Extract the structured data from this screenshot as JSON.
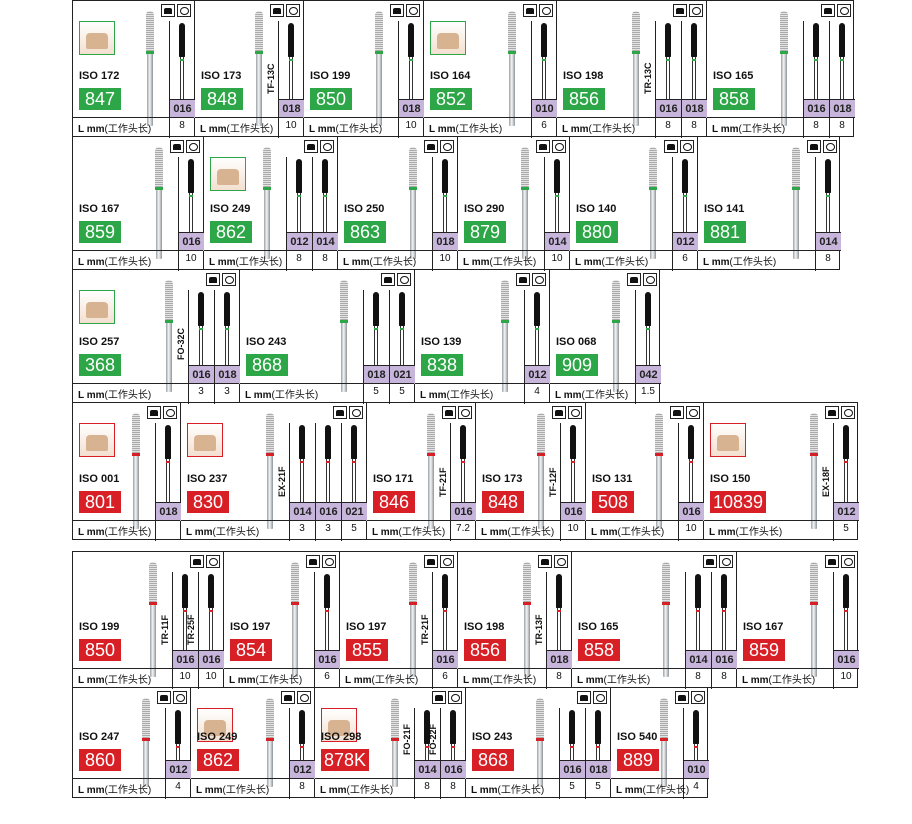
{
  "common": {
    "lmm": "L mm",
    "lmm_cn": "(工作头长)"
  },
  "colors": {
    "green": "#2ca646",
    "red": "#d81f26",
    "size_bg": "#c7b5db"
  },
  "rows": [
    {
      "cells": [
        {
          "iso": "ISO 172",
          "code": "847",
          "color": "green",
          "thumb": true,
          "sizes": [
            "016"
          ],
          "lengths": [
            "8"
          ]
        },
        {
          "iso": "ISO 173",
          "code": "848",
          "color": "green",
          "sizes": [
            "018"
          ],
          "lengths": [
            "10"
          ],
          "label": "TF-13C"
        },
        {
          "iso": "ISO 199",
          "code": "850",
          "color": "green",
          "sizes": [
            "018"
          ],
          "lengths": [
            "10"
          ]
        },
        {
          "iso": "ISO 164",
          "code": "852",
          "color": "green",
          "thumb": true,
          "sizes": [
            "010"
          ],
          "lengths": [
            "6"
          ]
        },
        {
          "iso": "ISO 198",
          "code": "856",
          "color": "green",
          "sizes": [
            "016",
            "018"
          ],
          "lengths": [
            "8",
            "8"
          ],
          "label": "TR-13C"
        },
        {
          "iso": "ISO 165",
          "code": "858",
          "color": "green",
          "sizes": [
            "016",
            "018"
          ],
          "lengths": [
            "8",
            "8"
          ]
        }
      ]
    },
    {
      "cells": [
        {
          "iso": "ISO 167",
          "code": "859",
          "color": "green",
          "sizes": [
            "016"
          ],
          "lengths": [
            "10"
          ]
        },
        {
          "iso": "ISO 249",
          "code": "862",
          "color": "green",
          "thumb": true,
          "sizes": [
            "012",
            "014"
          ],
          "lengths": [
            "8",
            "8"
          ]
        },
        {
          "iso": "ISO 250",
          "code": "863",
          "color": "green",
          "sizes": [
            "018"
          ],
          "lengths": [
            "10"
          ]
        },
        {
          "iso": "ISO 290",
          "code": "879",
          "color": "green",
          "sizes": [
            "014"
          ],
          "lengths": [
            "10"
          ]
        },
        {
          "iso": "ISO 140",
          "code": "880",
          "color": "green",
          "sizes": [
            "012"
          ],
          "lengths": [
            "6"
          ]
        },
        {
          "iso": "ISO 141",
          "code": "881",
          "color": "green",
          "sizes": [
            "014"
          ],
          "lengths": [
            "8"
          ]
        }
      ]
    },
    {
      "cells": [
        {
          "iso": "ISO 257",
          "code": "368",
          "color": "green",
          "thumb": true,
          "sizes": [
            "016",
            "018"
          ],
          "lengths": [
            "3",
            "3"
          ],
          "label": "FO-32C"
        },
        {
          "iso": "ISO 243",
          "code": "868",
          "color": "green",
          "sizes": [
            "018",
            "021"
          ],
          "lengths": [
            "5",
            "5"
          ]
        },
        {
          "iso": "ISO 139",
          "code": "838",
          "color": "green",
          "sizes": [
            "012"
          ],
          "lengths": [
            "4"
          ]
        },
        {
          "iso": "ISO 068",
          "code": "909",
          "color": "green",
          "sizes": [
            "042"
          ],
          "lengths": [
            "1.5"
          ]
        }
      ]
    },
    {
      "cells": [
        {
          "iso": "ISO 001",
          "code": "801",
          "color": "red",
          "thumb": true,
          "sizes": [
            "018"
          ],
          "lengths": []
        },
        {
          "iso": "ISO 237",
          "code": "830",
          "color": "red",
          "thumb": true,
          "sizes": [
            "014",
            "016",
            "021"
          ],
          "lengths": [
            "3",
            "3",
            "5"
          ],
          "label": "EX-21F"
        },
        {
          "iso": "ISO 171",
          "code": "846",
          "color": "red",
          "sizes": [
            "016"
          ],
          "lengths": [
            "7.2"
          ],
          "label": "TF-21F"
        },
        {
          "iso": "ISO 173",
          "code": "848",
          "color": "red",
          "sizes": [
            "016"
          ],
          "lengths": [
            "10"
          ],
          "label": "TF-12F"
        },
        {
          "iso": "ISO 131",
          "code": "508",
          "color": "red",
          "sizes": [
            "016"
          ],
          "lengths": [
            "10"
          ]
        },
        {
          "iso": "ISO 150",
          "code": "10839",
          "color": "red",
          "thumb": true,
          "sizes": [
            "012"
          ],
          "lengths": [
            "5"
          ],
          "label": "EX-18F"
        }
      ]
    },
    {
      "cells": [
        {
          "iso": "ISO 199",
          "code": "850",
          "color": "red",
          "sizes": [
            "016",
            "016"
          ],
          "lengths": [
            "10",
            "10"
          ],
          "label": "TR-11F",
          "label2": "TR-25F"
        },
        {
          "iso": "ISO 197",
          "code": "854",
          "color": "red",
          "sizes": [
            "016"
          ],
          "lengths": [
            "6"
          ]
        },
        {
          "iso": "ISO 197",
          "code": "855",
          "color": "red",
          "sizes": [
            "016"
          ],
          "lengths": [
            "6"
          ],
          "label": "TR-21F"
        },
        {
          "iso": "ISO 198",
          "code": "856",
          "color": "red",
          "sizes": [
            "018"
          ],
          "lengths": [
            "8"
          ],
          "label": "TR-13F"
        },
        {
          "iso": "ISO 165",
          "code": "858",
          "color": "red",
          "sizes": [
            "014",
            "016"
          ],
          "lengths": [
            "8",
            "8"
          ]
        },
        {
          "iso": "ISO 167",
          "code": "859",
          "color": "red",
          "sizes": [
            "016"
          ],
          "lengths": [
            "10"
          ]
        }
      ]
    },
    {
      "cells": [
        {
          "iso": "ISO 247",
          "code": "860",
          "color": "red",
          "sizes": [
            "012"
          ],
          "lengths": [
            "4"
          ]
        },
        {
          "iso": "ISO 249",
          "code": "862",
          "color": "red",
          "thumb": true,
          "sizes": [
            "012"
          ],
          "lengths": [
            "8"
          ]
        },
        {
          "iso": "ISO 298",
          "code": "878K",
          "color": "red",
          "thumb": true,
          "sizes": [
            "014",
            "016"
          ],
          "lengths": [
            "8",
            "8"
          ],
          "label": "FO-21F",
          "label2": "FO-22F"
        },
        {
          "iso": "ISO 243",
          "code": "868",
          "color": "red",
          "sizes": [
            "016",
            "018"
          ],
          "lengths": [
            "5",
            "5"
          ]
        },
        {
          "iso": "ISO 540",
          "code": "889",
          "color": "red",
          "sizes": [
            "010"
          ],
          "lengths": [
            "4"
          ]
        }
      ]
    }
  ]
}
